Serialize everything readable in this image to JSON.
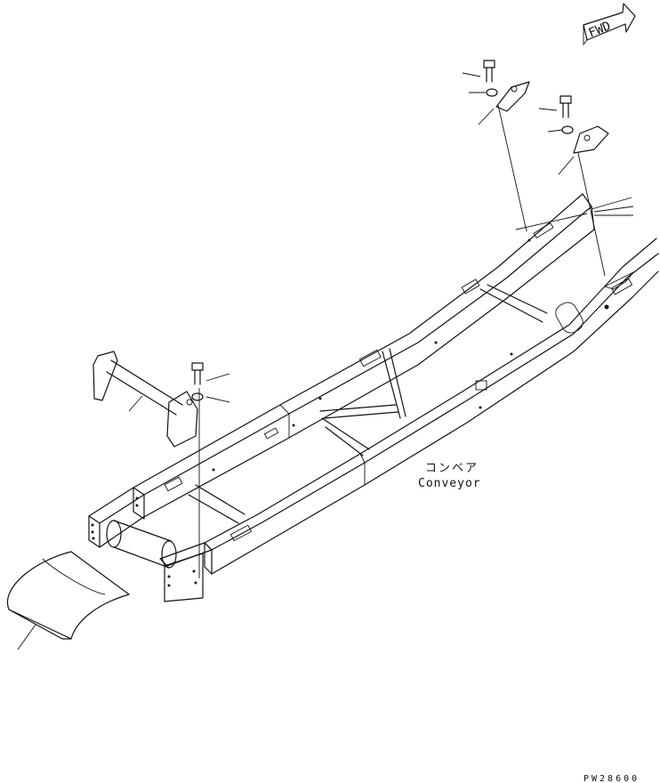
{
  "fwd_arrow": {
    "label": "FWD"
  },
  "conveyor_label": {
    "japanese": "コンベア",
    "english": "Conveyor"
  },
  "drawing_code": "PW28600"
}
